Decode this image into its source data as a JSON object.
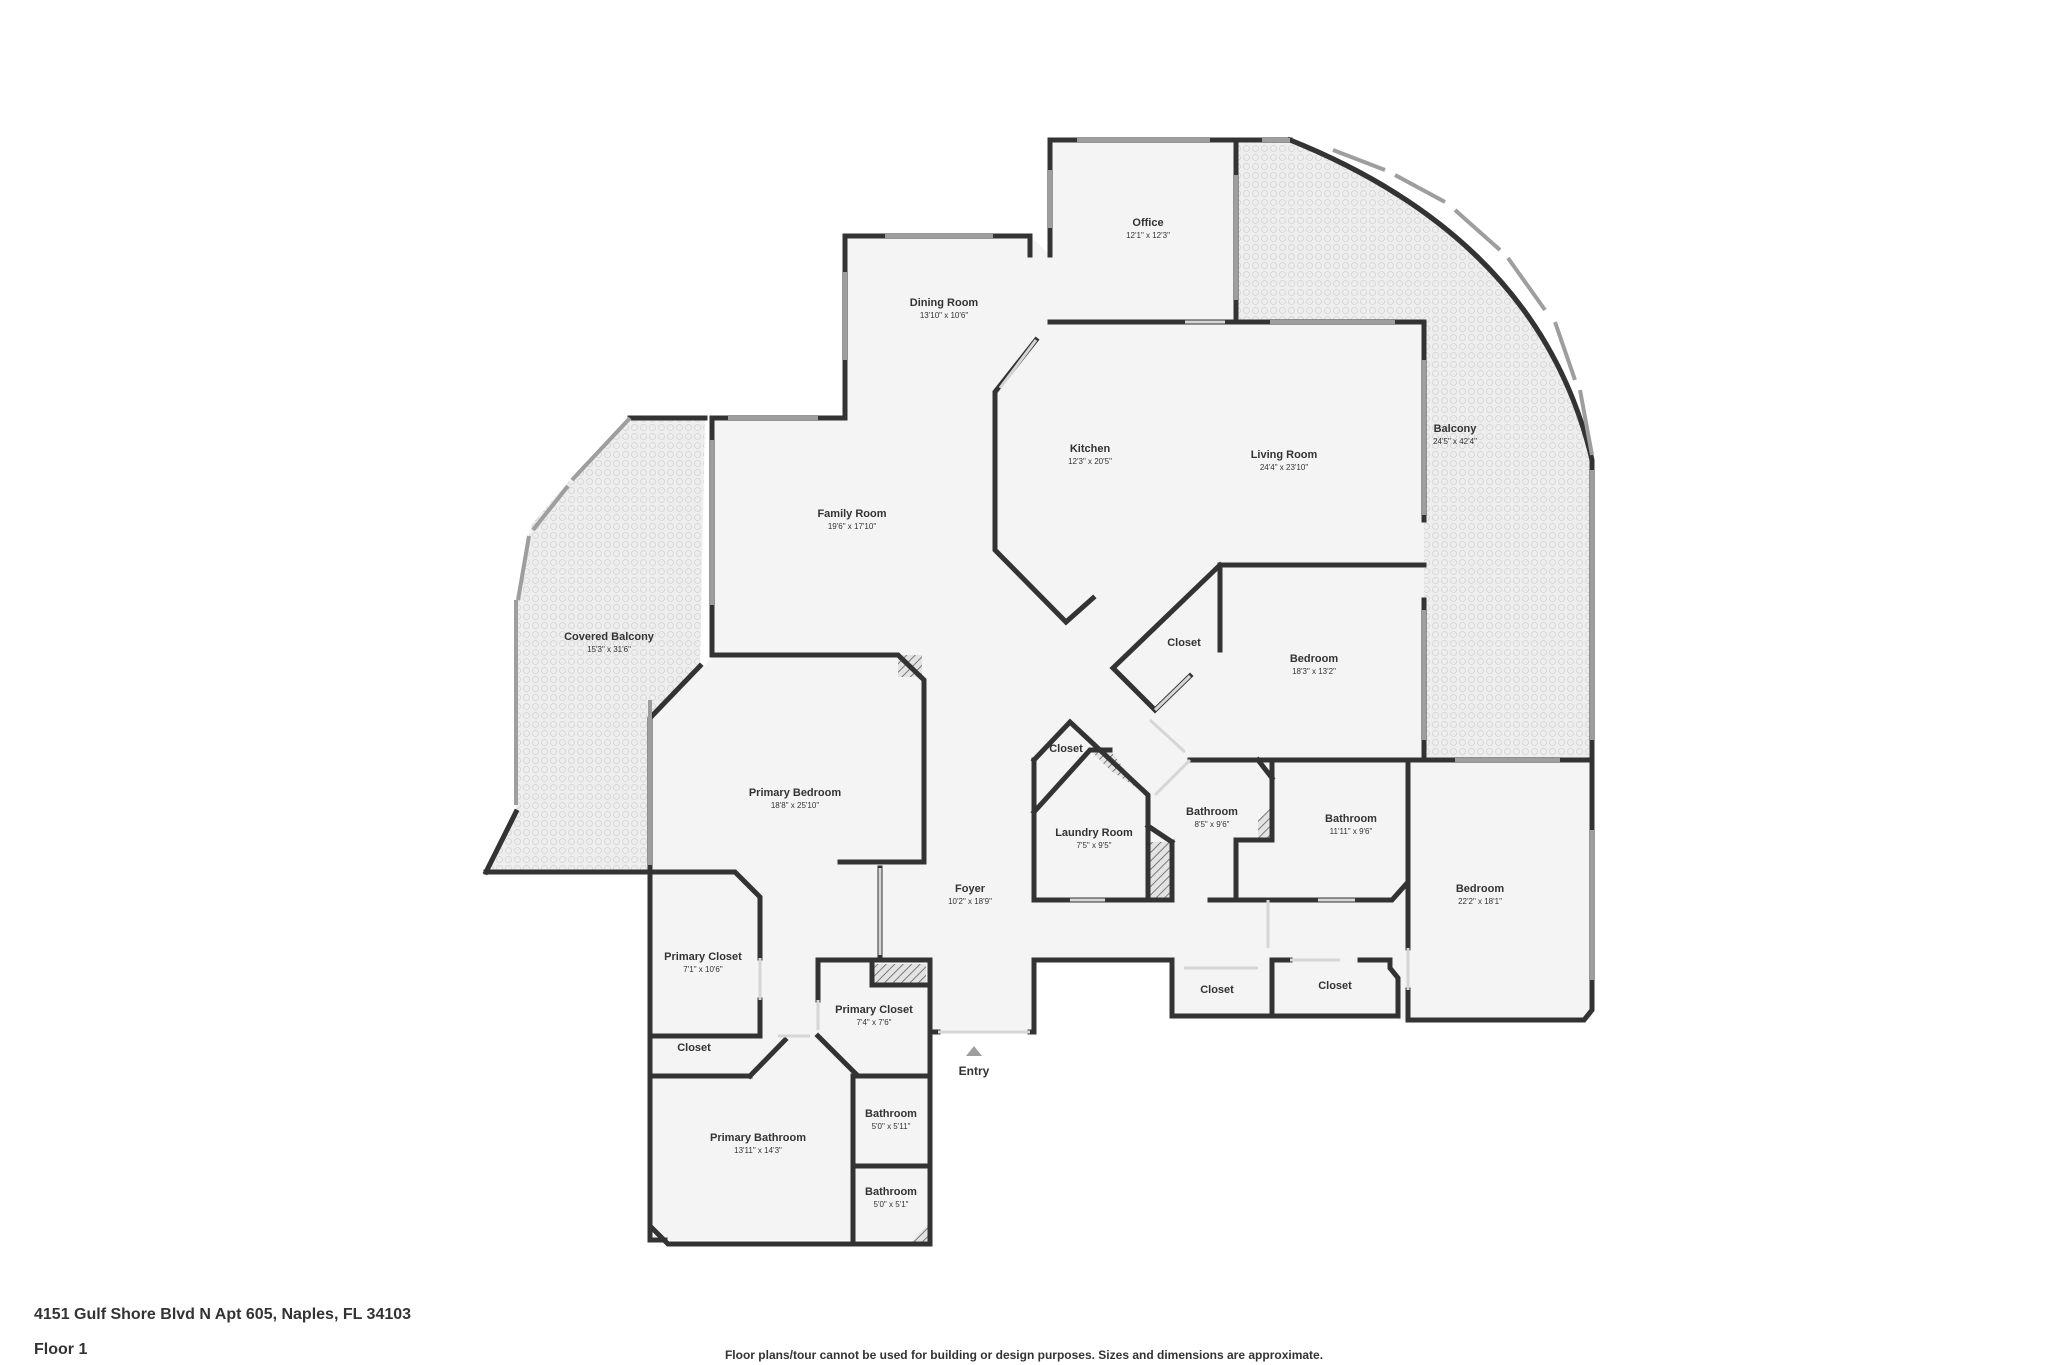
{
  "address": "4151 Gulf Shore Blvd N Apt 605, Naples, FL 34103",
  "floor_label": "Floor 1",
  "disclaimer": "Floor plans/tour cannot be used for building or design purposes. Sizes and dimensions are approximate.",
  "entry_label": "Entry",
  "colors": {
    "wall": "#333333",
    "floor": "#f4f4f4",
    "balcony": "#eeeeee",
    "window": "#9e9e9e"
  },
  "rooms": [
    {
      "id": "office",
      "name": "Office",
      "dims": "12'1\" x 12'3\""
    },
    {
      "id": "dining-room",
      "name": "Dining Room",
      "dims": "13'10\" x 10'6\""
    },
    {
      "id": "kitchen",
      "name": "Kitchen",
      "dims": "12'3\" x 20'5\""
    },
    {
      "id": "living-room",
      "name": "Living Room",
      "dims": "24'4\" x 23'10\""
    },
    {
      "id": "balcony",
      "name": "Balcony",
      "dims": "24'5\" x 42'4\""
    },
    {
      "id": "family-room",
      "name": "Family Room",
      "dims": "19'6\" x 17'10\""
    },
    {
      "id": "covered-balcony",
      "name": "Covered Balcony",
      "dims": "15'3\" x 31'6\""
    },
    {
      "id": "closet-bedroom",
      "name": "Closet",
      "dims": ""
    },
    {
      "id": "bedroom-1",
      "name": "Bedroom",
      "dims": "18'3\" x 13'2\""
    },
    {
      "id": "primary-bedroom",
      "name": "Primary Bedroom",
      "dims": "18'8\" x 25'10\""
    },
    {
      "id": "closet-laundry",
      "name": "Closet",
      "dims": ""
    },
    {
      "id": "laundry-room",
      "name": "Laundry Room",
      "dims": "7'5\" x 9'5\""
    },
    {
      "id": "bathroom-1",
      "name": "Bathroom",
      "dims": "8'5\" x 9'6\""
    },
    {
      "id": "bathroom-2",
      "name": "Bathroom",
      "dims": "11'11\" x 9'6\""
    },
    {
      "id": "bedroom-2",
      "name": "Bedroom",
      "dims": "22'2\" x 18'1\""
    },
    {
      "id": "foyer",
      "name": "Foyer",
      "dims": "10'2\" x 18'9\""
    },
    {
      "id": "primary-closet-1",
      "name": "Primary Closet",
      "dims": "7'1\" x 10'6\""
    },
    {
      "id": "primary-closet-2",
      "name": "Primary Closet",
      "dims": "7'4\" x 7'6\""
    },
    {
      "id": "closet-hall-1",
      "name": "Closet",
      "dims": ""
    },
    {
      "id": "closet-hall-2",
      "name": "Closet",
      "dims": ""
    },
    {
      "id": "closet-primary-bath",
      "name": "Closet",
      "dims": ""
    },
    {
      "id": "primary-bathroom",
      "name": "Primary Bathroom",
      "dims": "13'11\" x 14'3\""
    },
    {
      "id": "bathroom-3",
      "name": "Bathroom",
      "dims": "5'0\" x 5'11\""
    },
    {
      "id": "bathroom-4",
      "name": "Bathroom",
      "dims": "5'0\" x 5'1\""
    }
  ]
}
